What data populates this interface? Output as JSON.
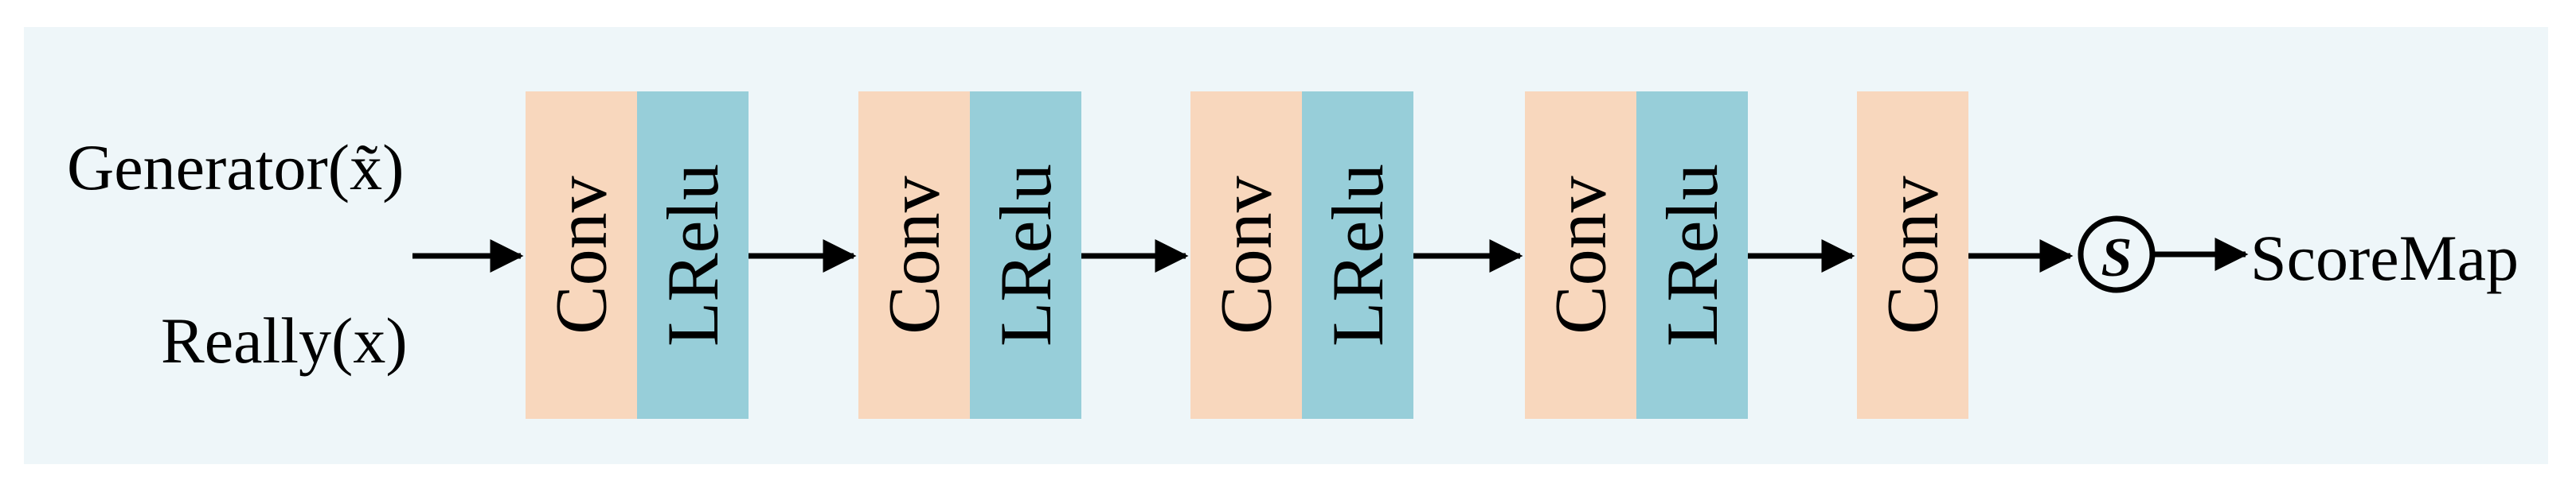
{
  "inputs": {
    "generator": "Generator(x̃)",
    "real": "Really(x)"
  },
  "layers": [
    {
      "conv": "Conv",
      "act": "LRelu"
    },
    {
      "conv": "Conv",
      "act": "LRelu"
    },
    {
      "conv": "Conv",
      "act": "LRelu"
    },
    {
      "conv": "Conv",
      "act": "LRelu"
    },
    {
      "conv": "Conv"
    }
  ],
  "sigmoid_symbol": "S",
  "output": "ScoreMap",
  "colors": {
    "background": "#eef6f9",
    "conv": "#f8d7bd",
    "lrelu": "#97ced9"
  }
}
